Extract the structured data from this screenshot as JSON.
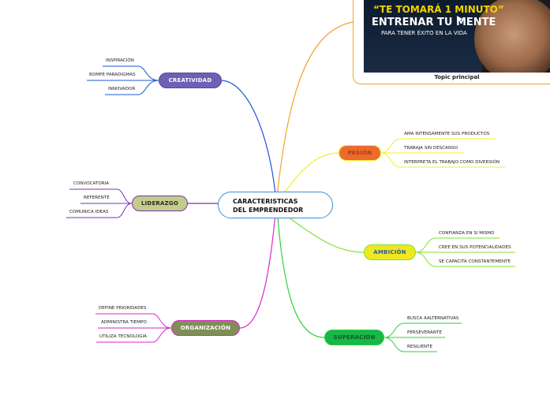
{
  "central": {
    "line1": "CARACTERISTICAS",
    "line2": "DEL EMPRENDEDOR"
  },
  "topic": {
    "label": "Topic principal",
    "video": {
      "line1": "“TE TOMARÁ 1 MINUTO”",
      "line2": "ENTRENAR TU MENTE",
      "line3": "PARA TENER ÉXITO EN LA VIDA"
    }
  },
  "branches": {
    "creatividad": {
      "label": "CREATIVIDAD",
      "color": "#6f5fb5",
      "line_color": "#1d57d8",
      "items": [
        "INSPIRACIÓN",
        "ROMPE PARADIGMAS",
        "INNOVADOR"
      ]
    },
    "liderazgo": {
      "label": "LIDERAZGO",
      "color": "#c3cc89",
      "line_color": "#7a2fb8",
      "items": [
        "CONVOCATORIA",
        "REFERENTE",
        "COMUNICA IDEAS"
      ]
    },
    "organizacion": {
      "label": "ORGANIZACIÓN",
      "color": "#7f8f57",
      "line_color": "#d826c9",
      "items": [
        "DEFINE PRIORIDADES",
        "ADMINISTRA TIEMPO",
        "UTILIZA TECNOLOGIA"
      ]
    },
    "pasion": {
      "label": "PASIÓN",
      "color": "#ec6b2c",
      "line_color": "#f2ee2b",
      "items": [
        "AMA INTENSAMENTE SUS PRODUCTOS",
        "TRABAJA SIN DESCANSO",
        "INTERPRETA EL TRABAJO COMO DIVERSIÓN"
      ]
    },
    "ambicion": {
      "label": "AMBICIÓN",
      "color": "#f1e71f",
      "line_color": "#7ee12c",
      "items": [
        "CONFIANZA EN SI MISMO",
        "CREE EN SUS POTENCIALIDADES",
        "SE CAPACITA CONSTANTEMENTE"
      ]
    },
    "superacion": {
      "label": "SUPERACION",
      "color": "#19b64b",
      "line_color": "#28d13c",
      "items": [
        "BUSCA AALTERNATIVAS",
        "PERSEVERANTE",
        "RESILIENTE"
      ]
    }
  },
  "topic_line_color": "#f2a12c"
}
